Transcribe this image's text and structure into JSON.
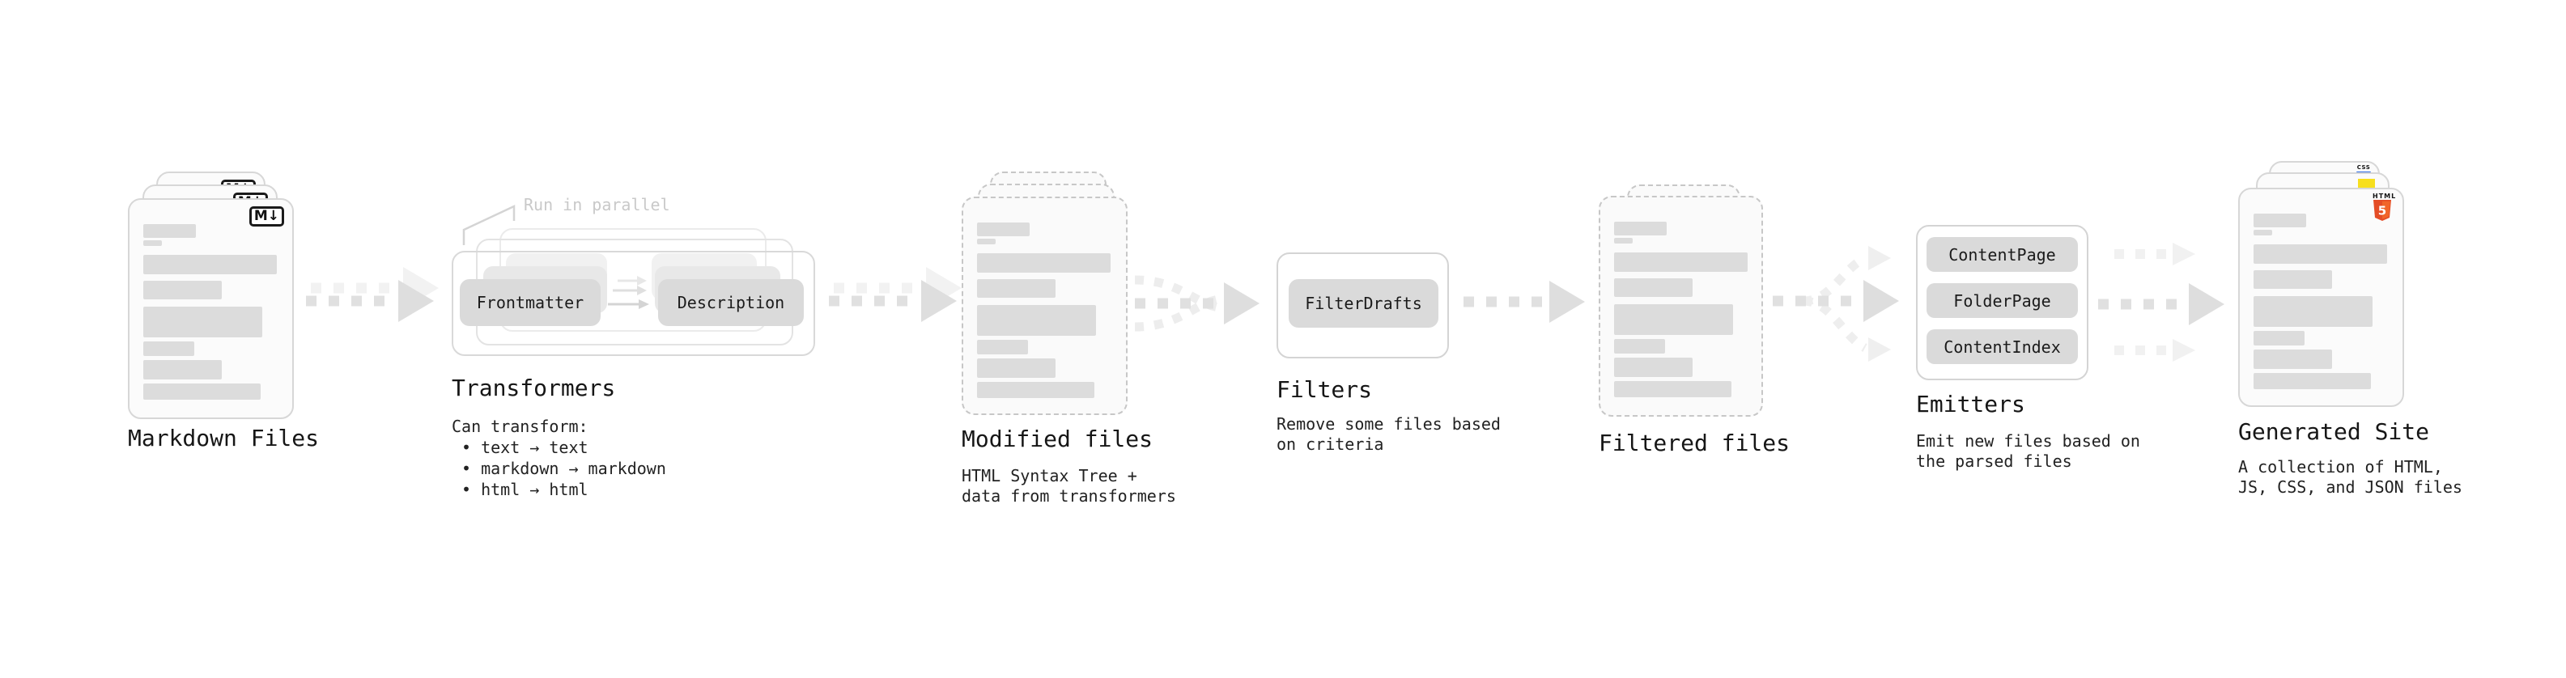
{
  "diagram": {
    "markdown_files": {
      "label": "Markdown Files",
      "badge": "M↓"
    },
    "transformers": {
      "label": "Transformers",
      "annotation": "Run in parallel",
      "node_frontmatter": "Frontmatter",
      "node_description": "Description",
      "desc_heading": "Can transform:",
      "bullets": [
        "• text → text",
        "• markdown → markdown",
        "• html → html"
      ]
    },
    "modified_files": {
      "label": "Modified files",
      "desc": "HTML Syntax Tree +\ndata from transformers"
    },
    "filters": {
      "label": "Filters",
      "node": "FilterDrafts",
      "desc": "Remove some files based\non criteria"
    },
    "filtered_files": {
      "label": "Filtered files"
    },
    "emitters": {
      "label": "Emitters",
      "nodes": [
        "ContentPage",
        "FolderPage",
        "ContentIndex"
      ],
      "desc": "Emit new files based on\nthe parsed files"
    },
    "generated_site": {
      "label": "Generated Site",
      "desc": "A collection of HTML,\nJS, CSS, and JSON files",
      "badge_css": "CSS",
      "badge_html_word": "HTML",
      "badge_html_num": "5"
    },
    "colors": {
      "html5_orange": "#e44d26",
      "html5_orange_light": "#f16529",
      "js_yellow": "#f7df1e",
      "css_blue": "#2e6be6",
      "arrow_gray": "#dedede",
      "arrow_ghost_gray": "#f1f1f1",
      "text": "#1c1c1c",
      "muted_annotation": "#c9c9c9"
    }
  }
}
